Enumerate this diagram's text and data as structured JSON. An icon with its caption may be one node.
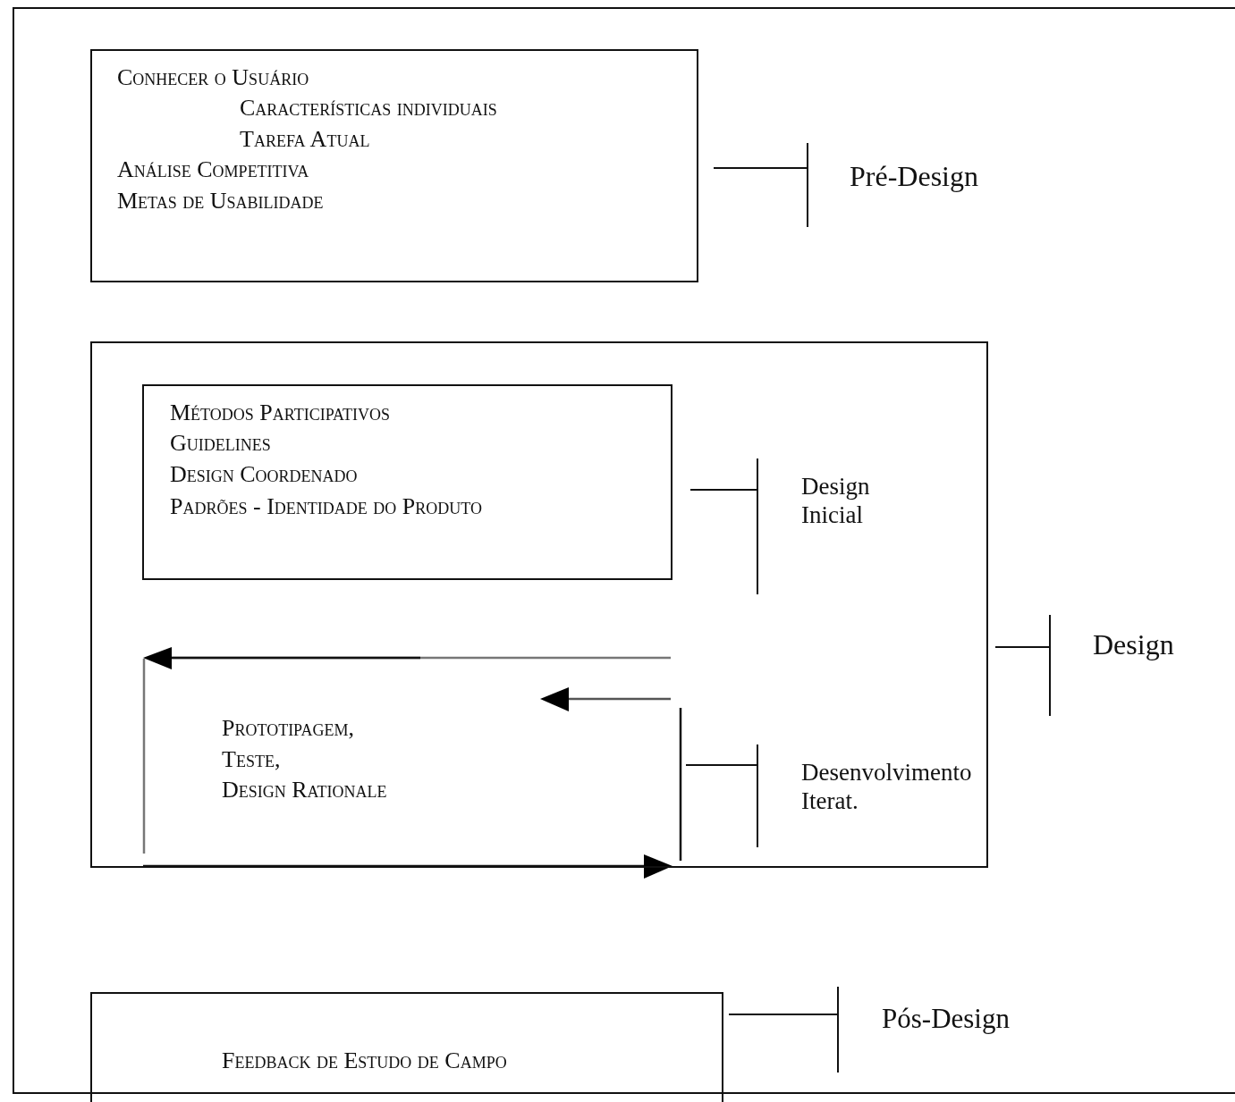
{
  "diagram": {
    "nodes": [
      {
        "text": [],
        "shape": "box"
      },
      {
        "text": [
          "Conhecer o Usuário",
          "Características individuais",
          "Tarefa Atual",
          "Análise Competitiva",
          "Metas de Usabilidade"
        ],
        "in": 0
      },
      {
        "text": [],
        "shape": "box",
        "in": 0
      },
      {
        "text": [
          "Métodos Participativos",
          "Guidelines",
          "Design Coordenado",
          "Padrões - Identidade do Produto"
        ],
        "in": 2
      },
      {
        "text": [
          "Feedback de Estudo de Campo"
        ]
      }
    ],
    "labels": [
      "Pré-Design",
      "Design Inicial",
      "Design",
      "Prototipagem,",
      "Teste,",
      "Design Rationale",
      "Desenvolvimento Iterat.",
      "Pós-Design"
    ]
  }
}
